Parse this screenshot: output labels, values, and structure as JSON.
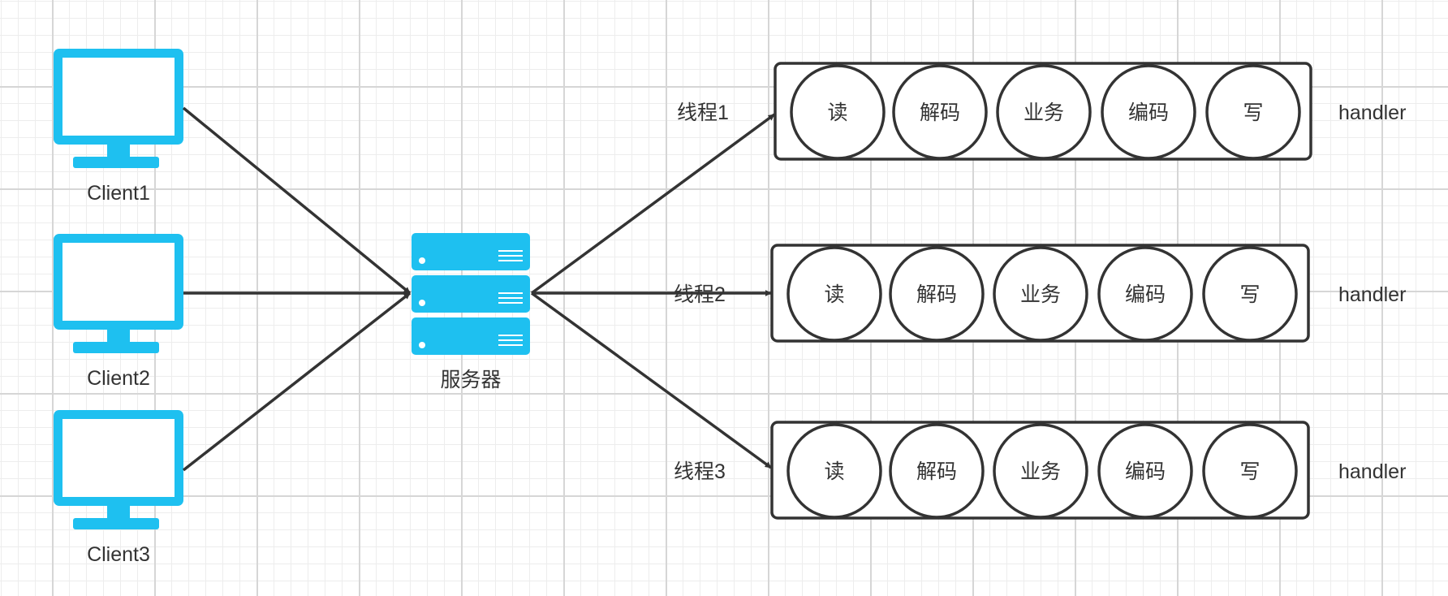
{
  "clients": [
    {
      "label": "Client1"
    },
    {
      "label": "Client2"
    },
    {
      "label": "Client3"
    }
  ],
  "server": {
    "label": "服务器"
  },
  "threads": [
    {
      "label": "线程1",
      "handler_label": "handler",
      "steps": [
        "读",
        "解码",
        "业务",
        "编码",
        "写"
      ]
    },
    {
      "label": "线程2",
      "handler_label": "handler",
      "steps": [
        "读",
        "解码",
        "业务",
        "编码",
        "写"
      ]
    },
    {
      "label": "线程3",
      "handler_label": "handler",
      "steps": [
        "读",
        "解码",
        "业务",
        "编码",
        "写"
      ]
    }
  ],
  "colors": {
    "icon": "#1ec0f0",
    "stroke": "#333333",
    "text": "#333333"
  },
  "icons": {
    "client": "monitor-icon",
    "server": "server-rack-icon"
  }
}
